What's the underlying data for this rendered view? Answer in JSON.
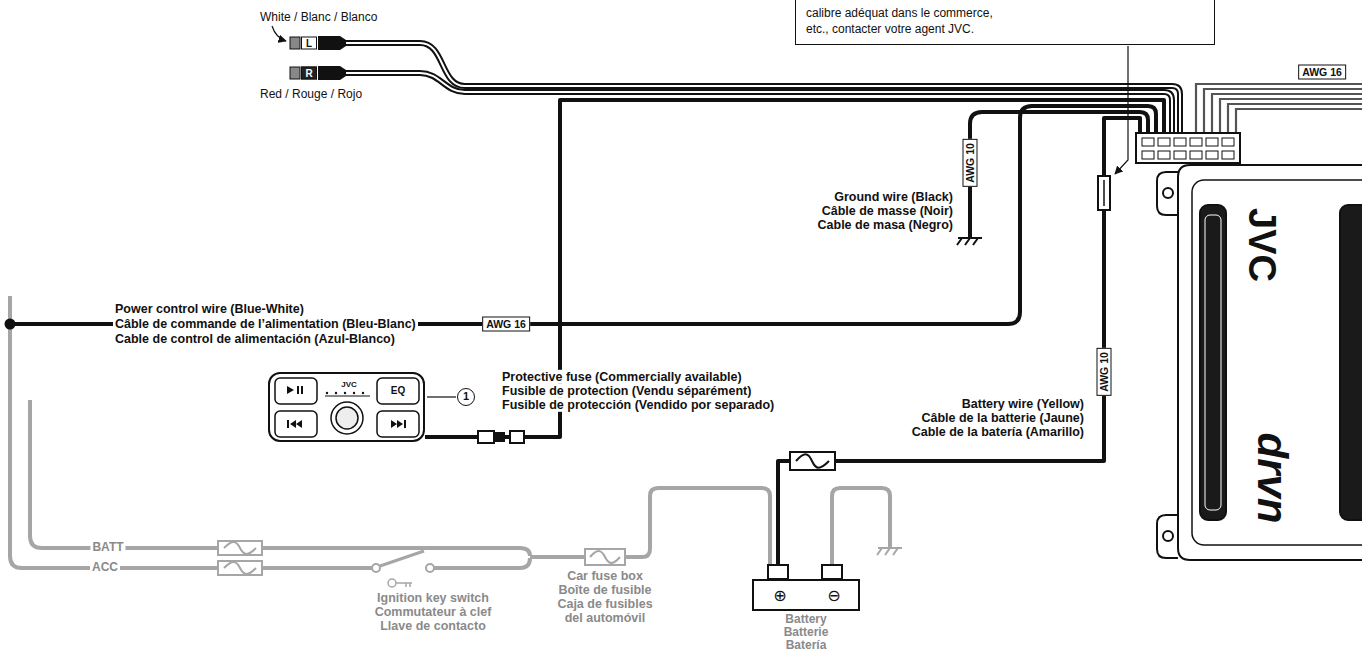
{
  "diagram": {
    "nodes": [
      {
        "text": [
          "calibre adéquat dans le commerce, etc., contacter votre agent JVC."
        ]
      },
      {
        "text": [
          "JVC",
          "EQ"
        ]
      },
      {
        "text": [
          "JVC",
          "drvn"
        ]
      },
      {
        "text": [
          "⊕",
          "⊖"
        ]
      }
    ],
    "edges": [
      {
        "from": 1,
        "to": 2,
        "arrow": "none"
      },
      {
        "from": 3,
        "to": 2,
        "arrow": "none"
      }
    ],
    "labels": [
      "White / Blanc / Blanco",
      "L",
      "R",
      "Red / Rouge / Rojo",
      "AWG 16",
      "1",
      "Ground wire (Black)",
      "Câble de masse (Noir)",
      "Cable de masa (Negro)",
      "AWG 10",
      "Power control wire (Blue-White)",
      "Câble de commande de l’alimentation (Bleu-Blanc)",
      "Cable de control de alimentación (Azul-Blanco)",
      "AWG 16",
      "Protective fuse (Commercially available)",
      "Fusible de protection (Vendu séparément)",
      "Fusible de protección (Vendido por separado)",
      "Battery wire (Yellow)",
      "Câble de la batterie (Jaune)",
      "Cable de la batería (Amarillo)",
      "AWG 10",
      "BATT",
      "ACC",
      "Ignition key switch",
      "Commutateur à clef",
      "Llave de contacto",
      "Car fuse box",
      "Boîte de fusible",
      "Caja de fusibles del automóvil",
      "Battery",
      "Batterie",
      "Batería"
    ]
  }
}
